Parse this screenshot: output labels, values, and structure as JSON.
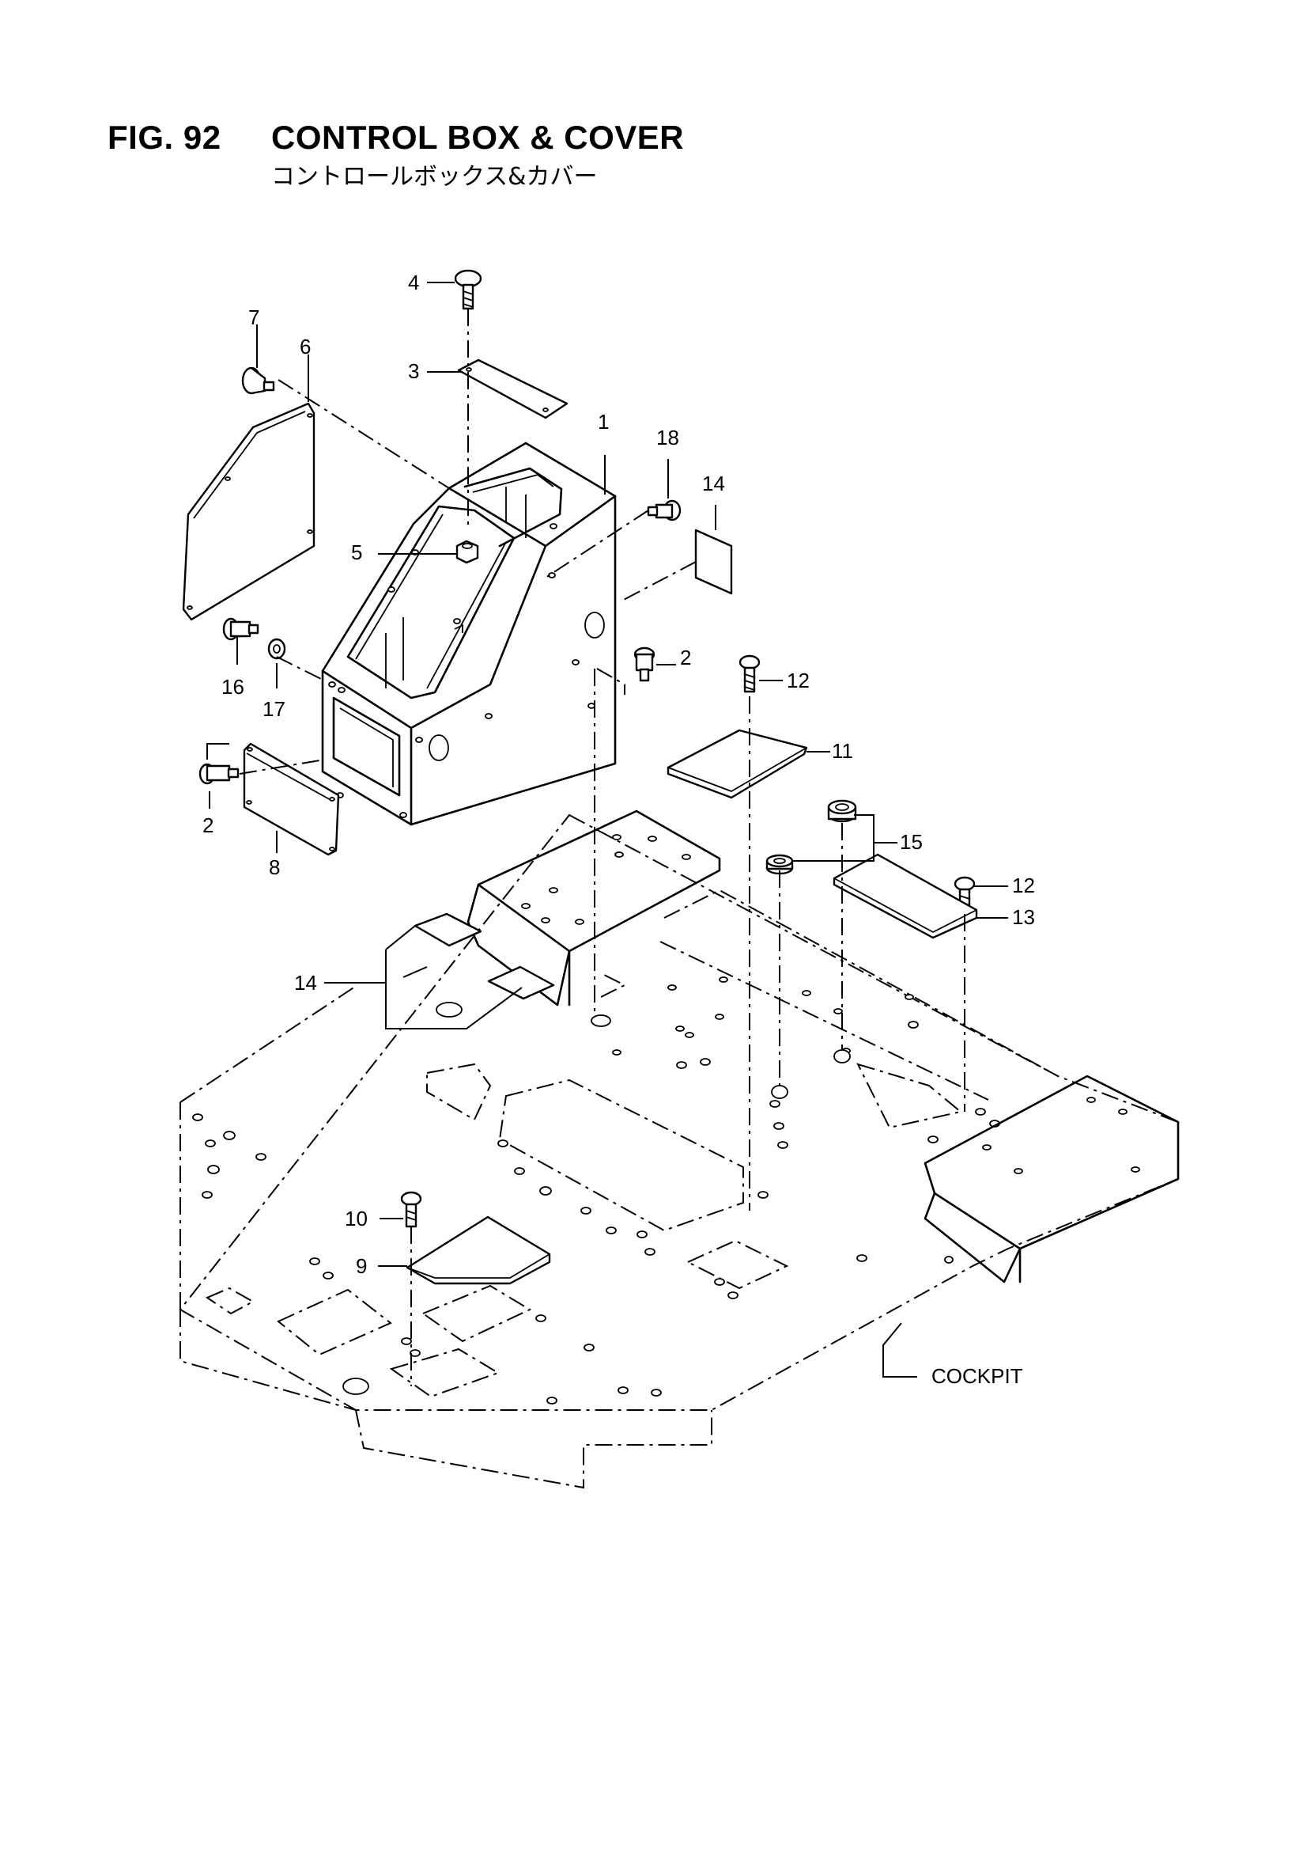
{
  "header": {
    "figure_number": "FIG. 92",
    "title": "CONTROL BOX & COVER",
    "subtitle": "コントロールボックス&カバー"
  },
  "callouts": [
    {
      "id": "c1",
      "label": "1"
    },
    {
      "id": "c2a",
      "label": "2"
    },
    {
      "id": "c2b",
      "label": "2"
    },
    {
      "id": "c3",
      "label": "3"
    },
    {
      "id": "c4",
      "label": "4"
    },
    {
      "id": "c5",
      "label": "5"
    },
    {
      "id": "c6",
      "label": "6"
    },
    {
      "id": "c7",
      "label": "7"
    },
    {
      "id": "c8",
      "label": "8"
    },
    {
      "id": "c9",
      "label": "9"
    },
    {
      "id": "c10",
      "label": "10"
    },
    {
      "id": "c11",
      "label": "11"
    },
    {
      "id": "c12a",
      "label": "12"
    },
    {
      "id": "c12b",
      "label": "12"
    },
    {
      "id": "c13",
      "label": "13"
    },
    {
      "id": "c14a",
      "label": "14"
    },
    {
      "id": "c14b",
      "label": "14"
    },
    {
      "id": "c15",
      "label": "15"
    },
    {
      "id": "c16",
      "label": "16"
    },
    {
      "id": "c17",
      "label": "17"
    },
    {
      "id": "c18",
      "label": "18"
    }
  ],
  "assembly_label": "COCKPIT"
}
